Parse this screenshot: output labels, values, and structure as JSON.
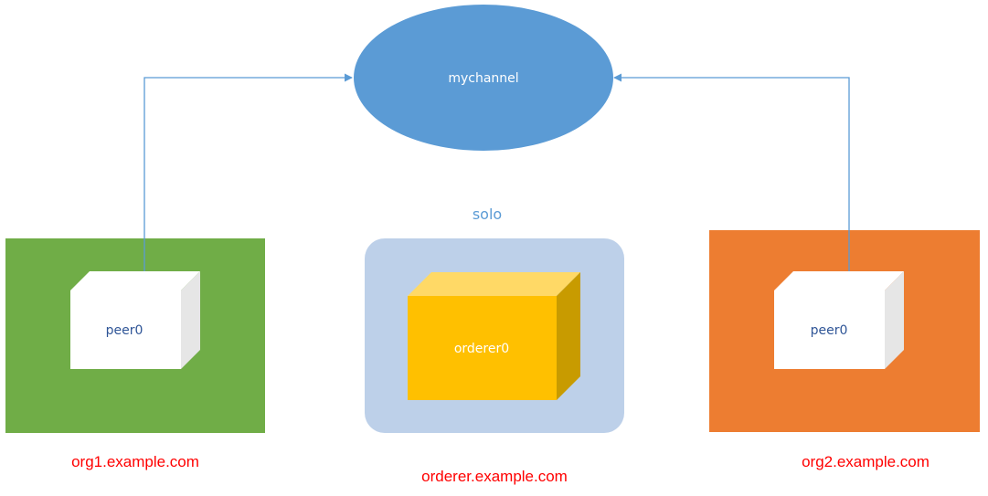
{
  "channel": {
    "label": "mychannel",
    "color": "#5b9bd5"
  },
  "org1": {
    "peer_label": "peer0",
    "caption": "org1.example.com",
    "color": "#70ad47"
  },
  "orderer": {
    "group_label": "solo",
    "node_label": "orderer0",
    "caption": "orderer.example.com",
    "group_color": "#bdd0e9",
    "node_color": "#ffc000"
  },
  "org2": {
    "peer_label": "peer0",
    "caption": "org2.example.com",
    "color": "#ed7d31"
  },
  "colors": {
    "caption": "#ff0000",
    "node_text": "#2f5597",
    "connector": "#5b9bd5"
  }
}
